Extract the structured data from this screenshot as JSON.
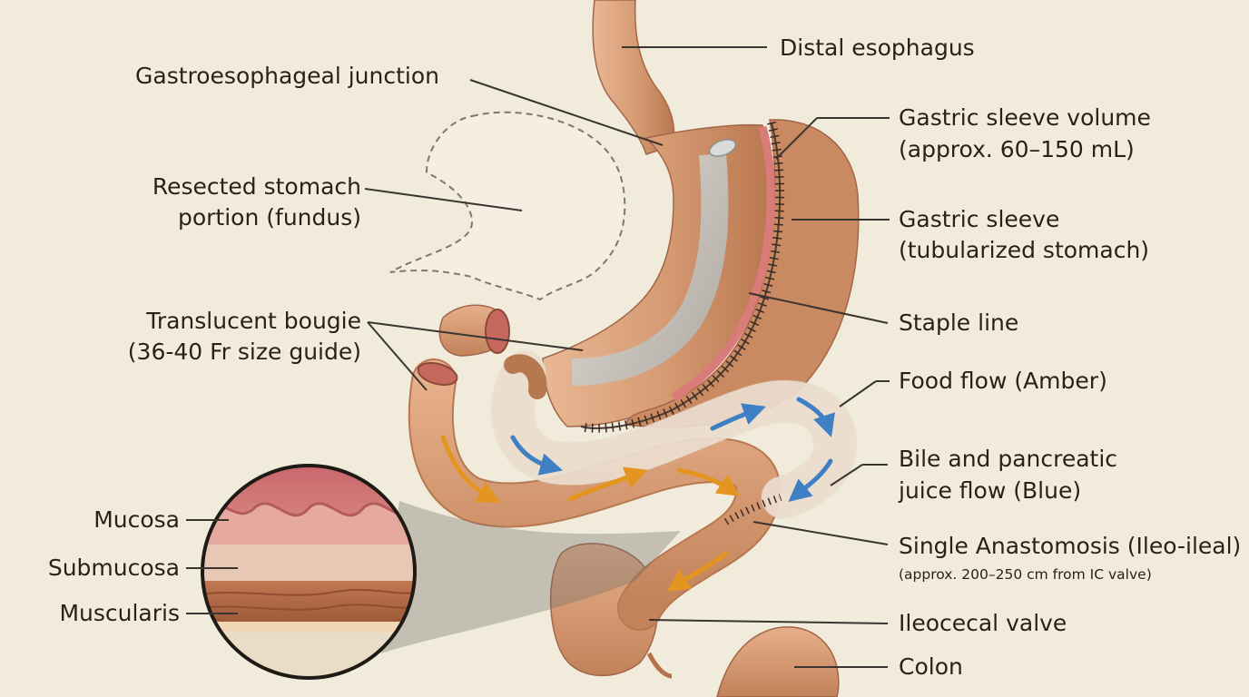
{
  "labels": {
    "distal_esophagus": "Distal esophagus",
    "gastroesophageal_junction": "Gastroesophageal junction",
    "gastric_sleeve_volume_l1": "Gastric sleeve volume",
    "gastric_sleeve_volume_l2": "(approx. 60–150 mL)",
    "resected_stomach_l1": "Resected stomach",
    "resected_stomach_l2": "portion (fundus)",
    "gastric_sleeve_l1": "Gastric sleeve",
    "gastric_sleeve_l2": "(tubularized stomach)",
    "bougie_l1": "Translucent bougie",
    "bougie_l2": "(36-40 Fr size guide)",
    "staple_line": "Staple line",
    "food_flow": "Food flow (Amber)",
    "bile_flow_l1": "Bile and pancreatic",
    "bile_flow_l2": "juice flow (Blue)",
    "mucosa": "Mucosa",
    "submucosa": "Submucosa",
    "muscularis": "Muscularis",
    "anastomosis_l1": "Single Anastomosis (Ileo-ileal)",
    "anastomosis_l2": "(approx. 200–250 cm from IC valve)",
    "ileocecal_valve": "Ileocecal valve",
    "colon": "Colon"
  },
  "colors": {
    "background": "#f1ebdb",
    "tissue": "#d99e77",
    "tissue_dark": "#b5714c",
    "mucosa": "#c9666b",
    "bougie": "#c9cccb",
    "food_flow": "#e3951f",
    "bile_flow": "#3f7fc4",
    "leader_line": "#3a3530",
    "text": "#2a2118"
  }
}
